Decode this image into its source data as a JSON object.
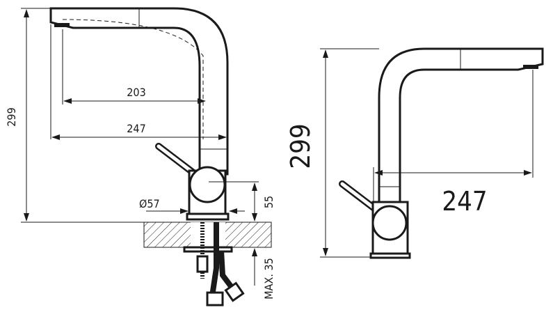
{
  "left_view": {
    "height_label": "299",
    "spout_reach_label": "203",
    "total_reach_label": "247",
    "diameter_label": "Ø57",
    "handle_height_label": "55",
    "max_thickness_label": "MAX. 35"
  },
  "right_view": {
    "height_label": "299",
    "reach_label": "247"
  },
  "colors": {
    "line": "#1a1a1a",
    "background": "#ffffff"
  }
}
